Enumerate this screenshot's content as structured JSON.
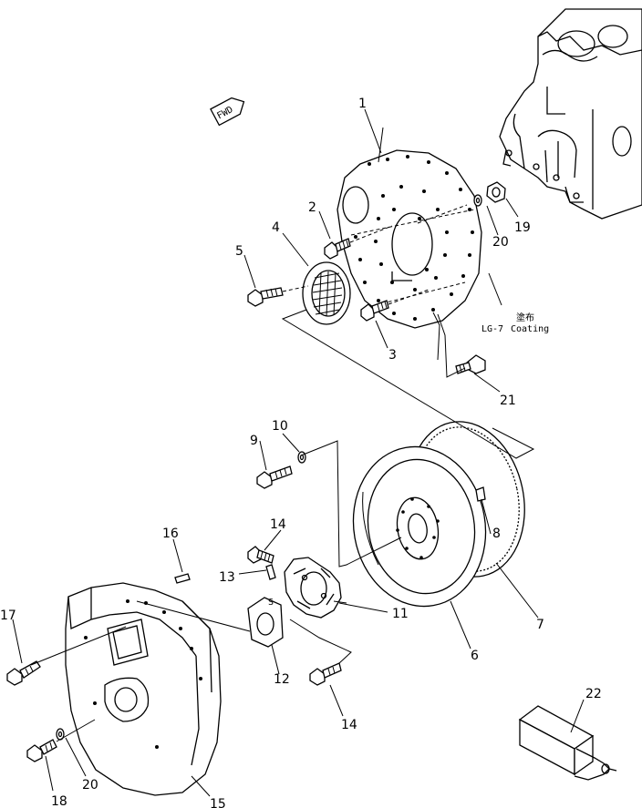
{
  "direction_badge": "FWD",
  "note": {
    "cn_text": "塗布",
    "code": "LG-7",
    "word": "Coating"
  },
  "callouts": [
    "1",
    "2",
    "3",
    "4",
    "5",
    "6",
    "7",
    "8",
    "9",
    "10",
    "11",
    "12",
    "13",
    "14",
    "14",
    "15",
    "16",
    "17",
    "18",
    "19",
    "20",
    "20",
    "21",
    "22"
  ]
}
